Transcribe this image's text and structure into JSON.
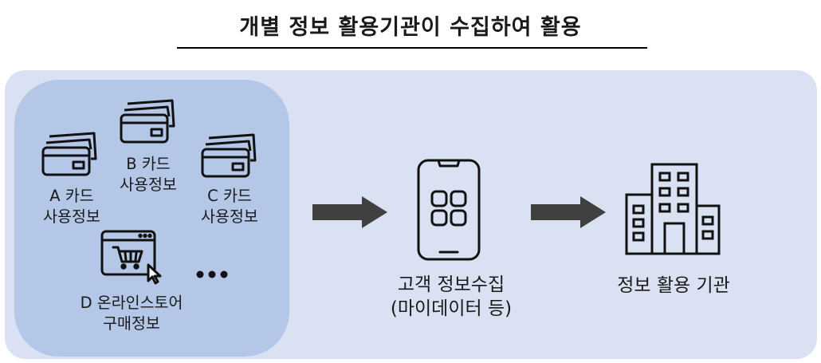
{
  "title": "개별 정보 활용기관이 수집하여 활용",
  "sources": {
    "card_a": [
      "A 카드",
      "사용정보"
    ],
    "card_b": [
      "B 카드",
      "사용정보"
    ],
    "card_c": [
      "C 카드",
      "사용정보"
    ],
    "store_d": [
      "D 온라인스토어",
      "구매정보"
    ]
  },
  "collect": [
    "고객 정보수집",
    "(마이데이터 등)"
  ],
  "institution": "정보 활용 기관",
  "icons": [
    "credit-card-icon",
    "credit-card-icon",
    "credit-card-icon",
    "online-store-cart-icon",
    "ellipsis-icon",
    "arrow-right-icon",
    "smartphone-apps-icon",
    "arrow-right-icon",
    "office-building-icon"
  ]
}
